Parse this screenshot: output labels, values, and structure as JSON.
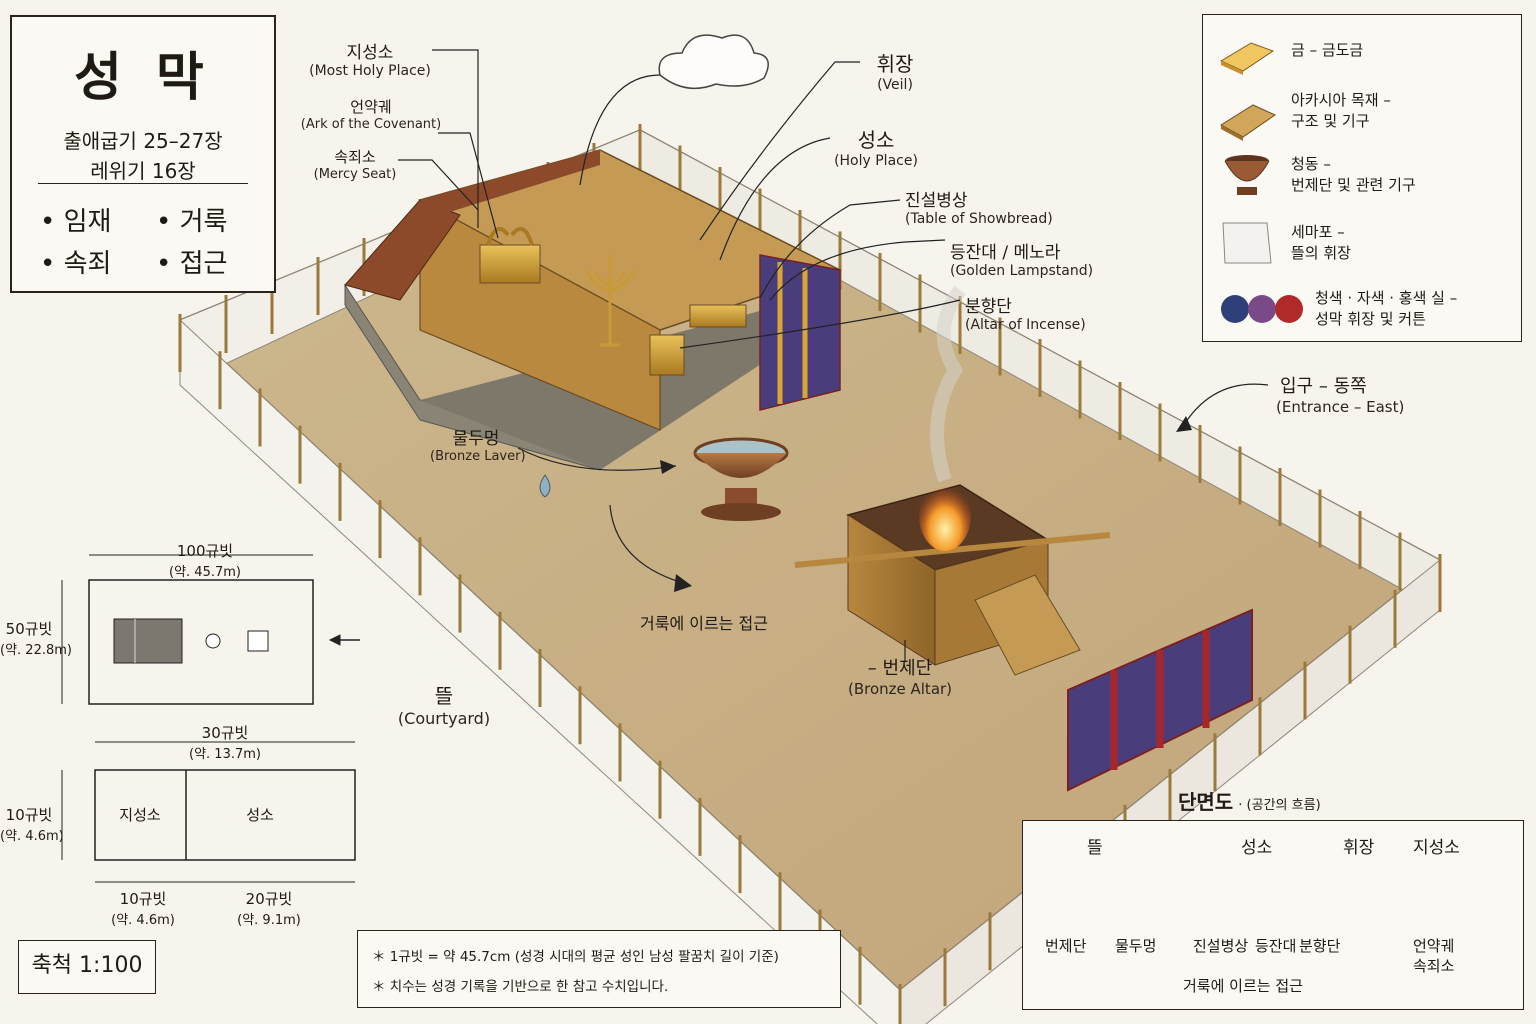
{
  "title": {
    "main": "성 막",
    "ref1": "출애굽기 25–27장",
    "ref2": "레위기 16장",
    "themes": [
      "• 임재",
      "• 거룩",
      "• 속죄",
      "• 접근"
    ]
  },
  "labels": {
    "most_holy": {
      "ko": "지성소",
      "en": "(Most Holy Place)"
    },
    "ark": {
      "ko": "언약궤",
      "en": "(Ark of the Covenant)"
    },
    "mercy": {
      "ko": "속죄소",
      "en": "(Mercy Seat)"
    },
    "veil": {
      "ko": "휘장",
      "en": "(Veil)"
    },
    "holy": {
      "ko": "성소",
      "en": "(Holy Place)"
    },
    "showbread": {
      "ko": "진설병상",
      "en": "(Table of Showbread)"
    },
    "lampstand": {
      "ko": "등잔대 / 메노라",
      "en": "(Golden Lampstand)"
    },
    "incense": {
      "ko": "분향단",
      "en": "(Altar of Incense)"
    },
    "entrance": {
      "ko": "입구 – 동쪽",
      "en": "(Entrance – East)"
    },
    "laver": {
      "ko": "물두멍",
      "en": "(Bronze Laver)"
    },
    "approach": "거룩에 이르는 접근",
    "altar": {
      "ko": "– 번제단",
      "en": "(Bronze Altar)"
    },
    "court": {
      "ko": "뜰",
      "en": "(Courtyard)"
    }
  },
  "legend": [
    {
      "icon": "gold-block-icon",
      "line1": "금 – 금도금",
      "line2": "",
      "color": "#d9a635"
    },
    {
      "icon": "acacia-wood-icon",
      "line1": "아카시아 목재 –",
      "line2": "구조 및 기구",
      "color": "#b8893e"
    },
    {
      "icon": "bronze-bowl-icon",
      "line1": "청동 –",
      "line2": "번제단 및 관련 기구",
      "color": "#8a4b2e"
    },
    {
      "icon": "linen-cloth-icon",
      "line1": "세마포 –",
      "line2": "뜰의 휘장",
      "color": "#f1efe9"
    },
    {
      "icon": "yarn-balls-icon",
      "line1": "청색 · 자색 · 홍색 실 –",
      "line2": "성막 휘장 및 커튼",
      "color": "#3b4f8c"
    }
  ],
  "plan": {
    "court_w": "100규빗",
    "court_w_m": "(약. 45.7m)",
    "court_h": "50규빗",
    "court_h_m": "(약. 22.8m)",
    "tab_w": "30규빗",
    "tab_w_m": "(약. 13.7m)",
    "tab_h": "10규빗",
    "tab_h_m": "(약. 4.6m)",
    "most_holy": "지성소",
    "holy": "성소",
    "seg1": "10규빗",
    "seg1_m": "(약. 4.6m)",
    "seg2": "20규빗",
    "seg2_m": "(약. 9.1m)"
  },
  "scale": "축척 1:100",
  "notes": [
    "＊ 1규빗 = 약 45.7cm (성경 시대의 평균 성인 남성 팔꿈치 길이 기준)",
    "＊ 치수는 성경 기록을 기반으로 한 참고 수치입니다."
  ],
  "section": {
    "title": "단면도",
    "subtitle": "· (공간의 흐름)",
    "top": [
      "뜰",
      "성소",
      "휘장",
      "지성소"
    ],
    "items": [
      "번제단",
      "물두멍",
      "진설병상",
      "등잔대",
      "분향단",
      "언약궤",
      "속죄소"
    ],
    "flow": "거룩에 이르는 접근"
  }
}
